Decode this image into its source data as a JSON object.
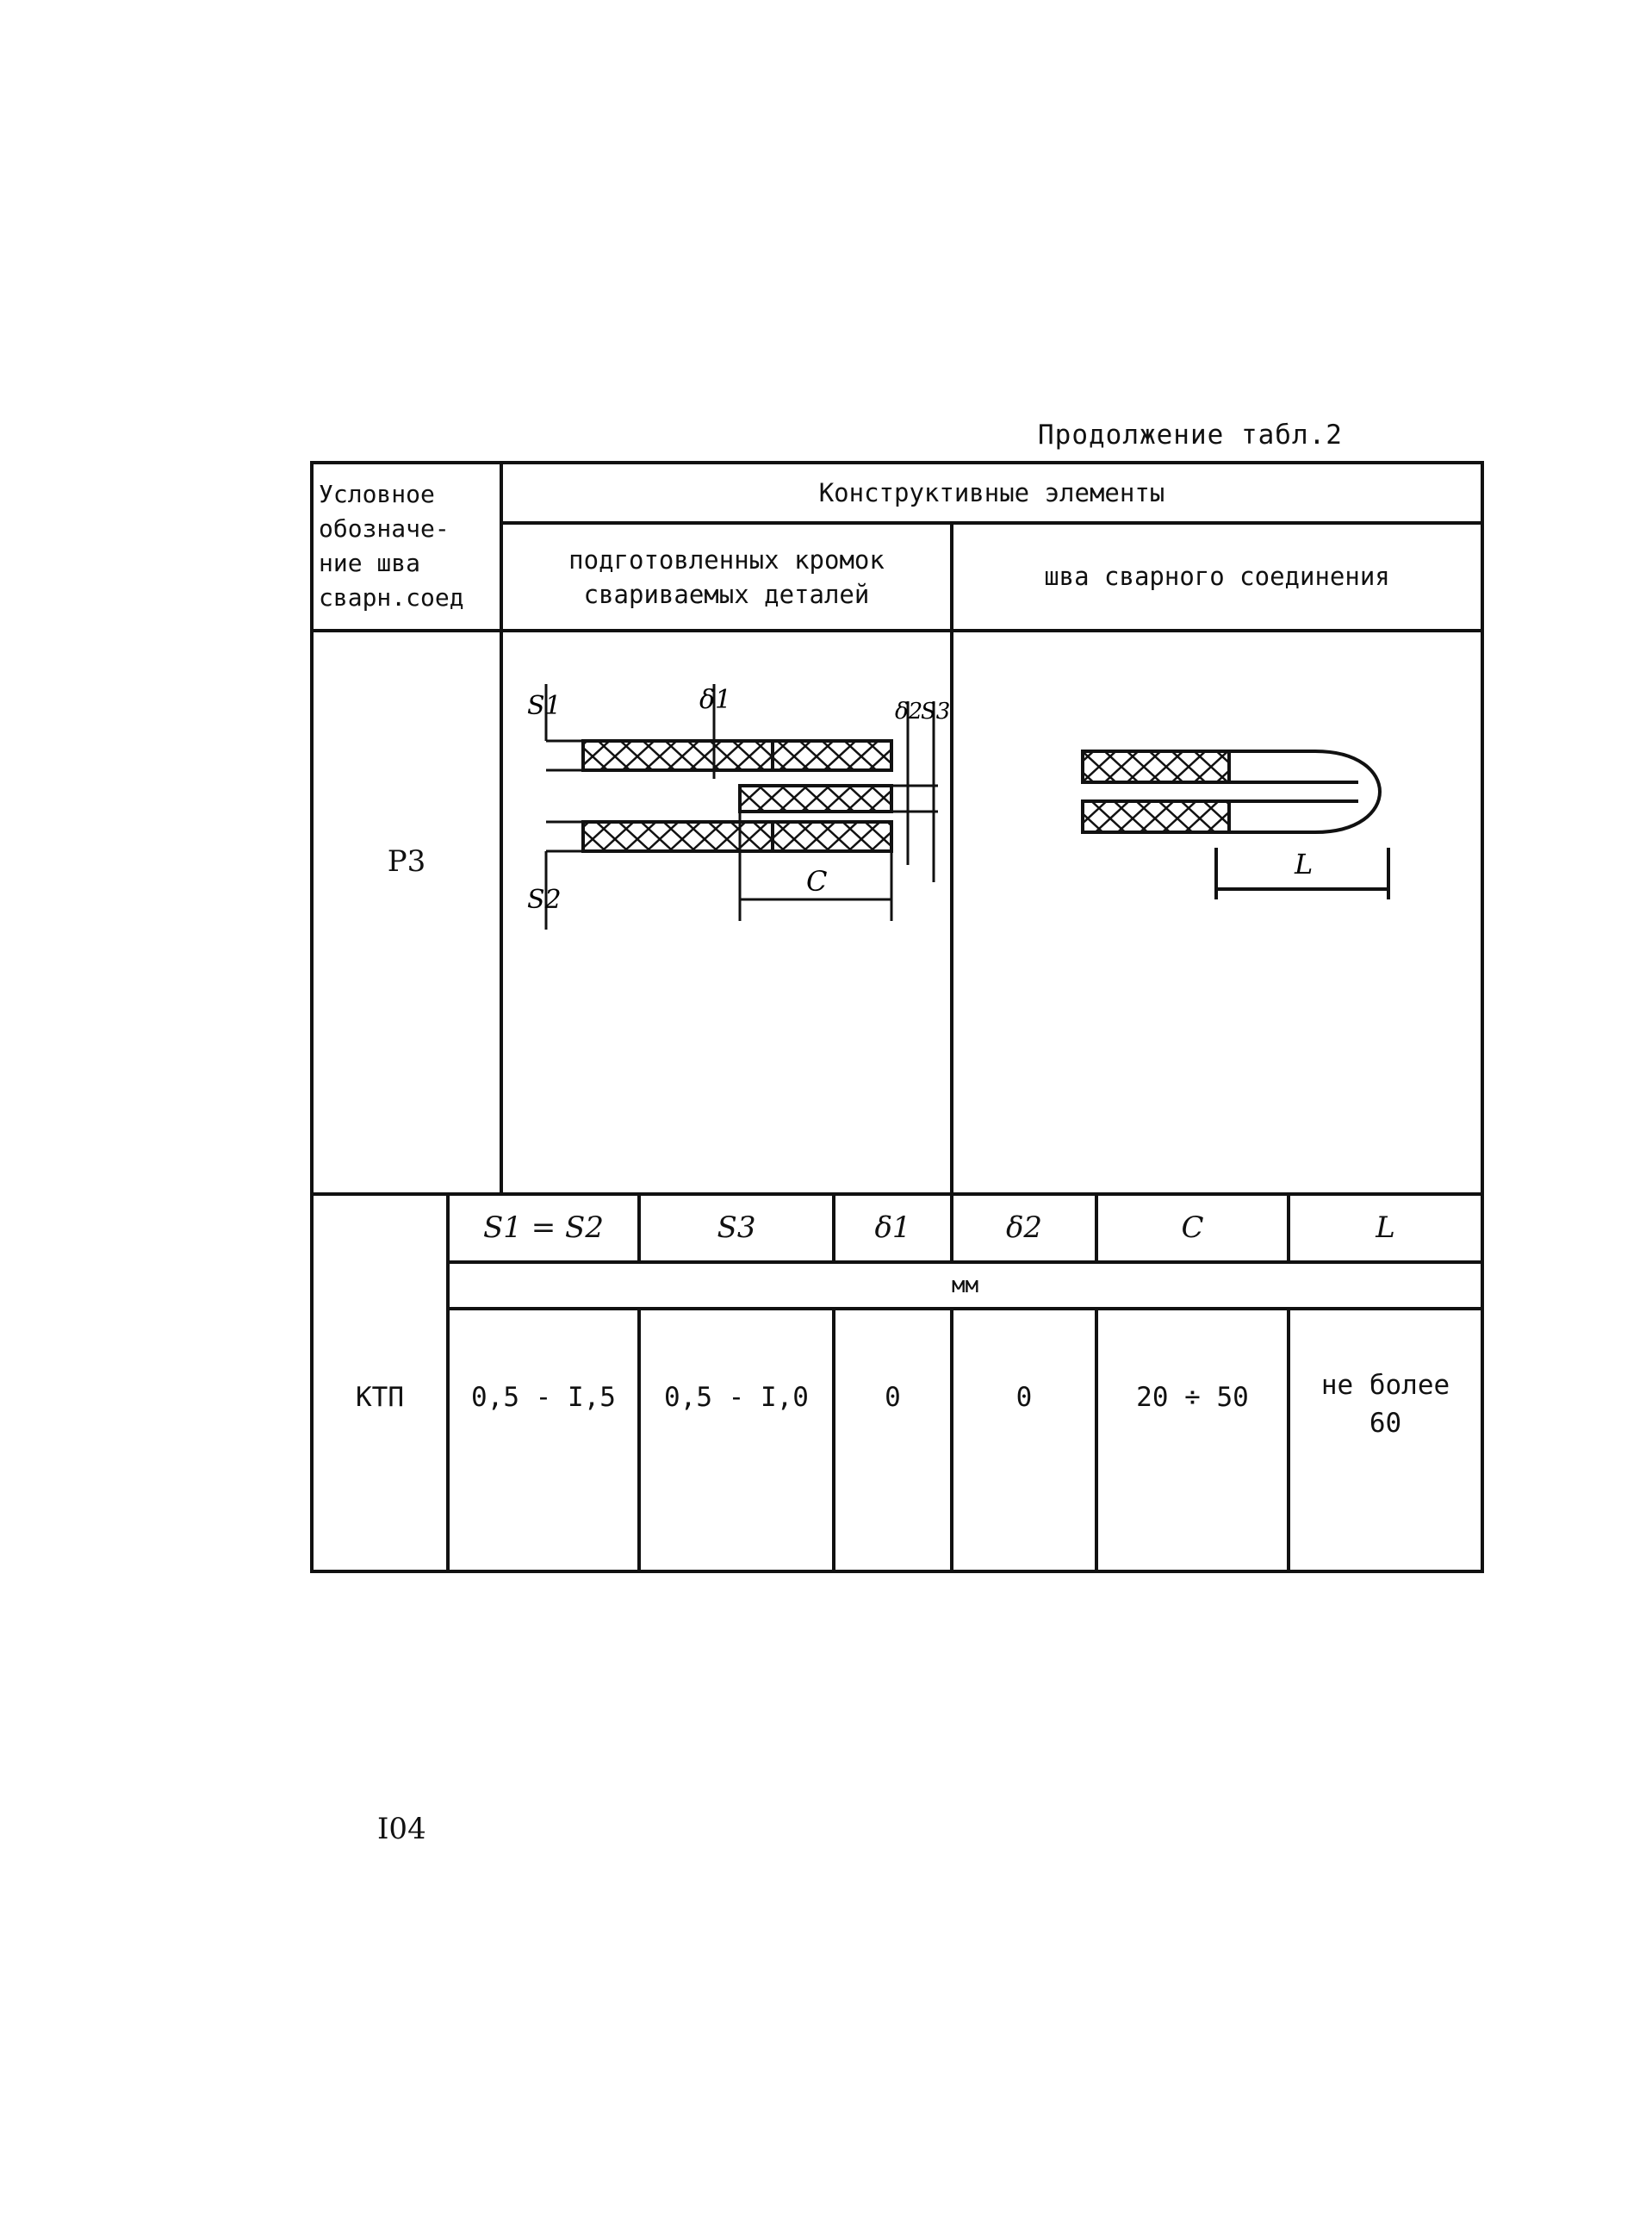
{
  "caption": "Продолжение табл.2",
  "header": {
    "designation": "Условное\nобозначе-\nние шва\nсварн.соед",
    "structural_elements": "Конструктивные  элементы",
    "prepared_edges": "подготовленных кромок\nсвариваемых деталей",
    "weld_seam": "шва сварного соединения"
  },
  "joint": {
    "code": "P3",
    "prep_labels": {
      "s1": "S1",
      "s2": "S2",
      "s3": "S3",
      "d1": "δ1",
      "d2": "δ2",
      "c": "C"
    },
    "weld_labels": {
      "l": "L"
    }
  },
  "params": {
    "symbols": [
      "S1 = S2",
      "S3",
      "δ1",
      "δ2",
      "C",
      "L"
    ],
    "unit": "мм",
    "row": {
      "method": "КТП",
      "values": [
        "0,5 - I,5",
        "0,5 - I,0",
        "0",
        "0",
        "20 ÷ 50",
        "не более\n60"
      ]
    }
  },
  "page_number": "I04"
}
